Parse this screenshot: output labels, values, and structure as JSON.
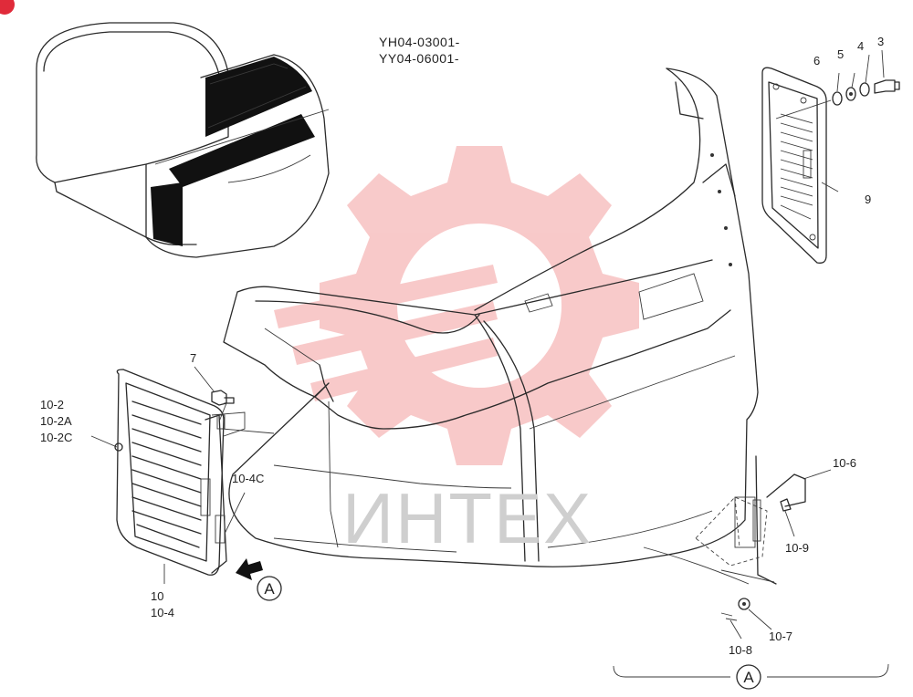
{
  "header": {
    "line1": "YH04-03001-",
    "line2": "YY04-06001-"
  },
  "watermark": {
    "text": "ИНТЕХ",
    "gear_color": "#f08a8a",
    "text_color": "#cfcfcf"
  },
  "callouts": {
    "c3": "3",
    "c4": "4",
    "c5": "5",
    "c6": "6",
    "c9": "9",
    "c7": "7",
    "c10_2": "10-2",
    "c10_2A": "10-2A",
    "c10_2C": "10-2C",
    "c10_4C": "10-4C",
    "c10": "10",
    "c10_4": "10-4",
    "c10_6": "10-6",
    "c10_9": "10-9",
    "c10_7": "10-7",
    "c10_8": "10-8"
  },
  "view_marker": {
    "letter": "A"
  },
  "colors": {
    "line": "#2a2a2a",
    "badge": "#e02b3a"
  }
}
